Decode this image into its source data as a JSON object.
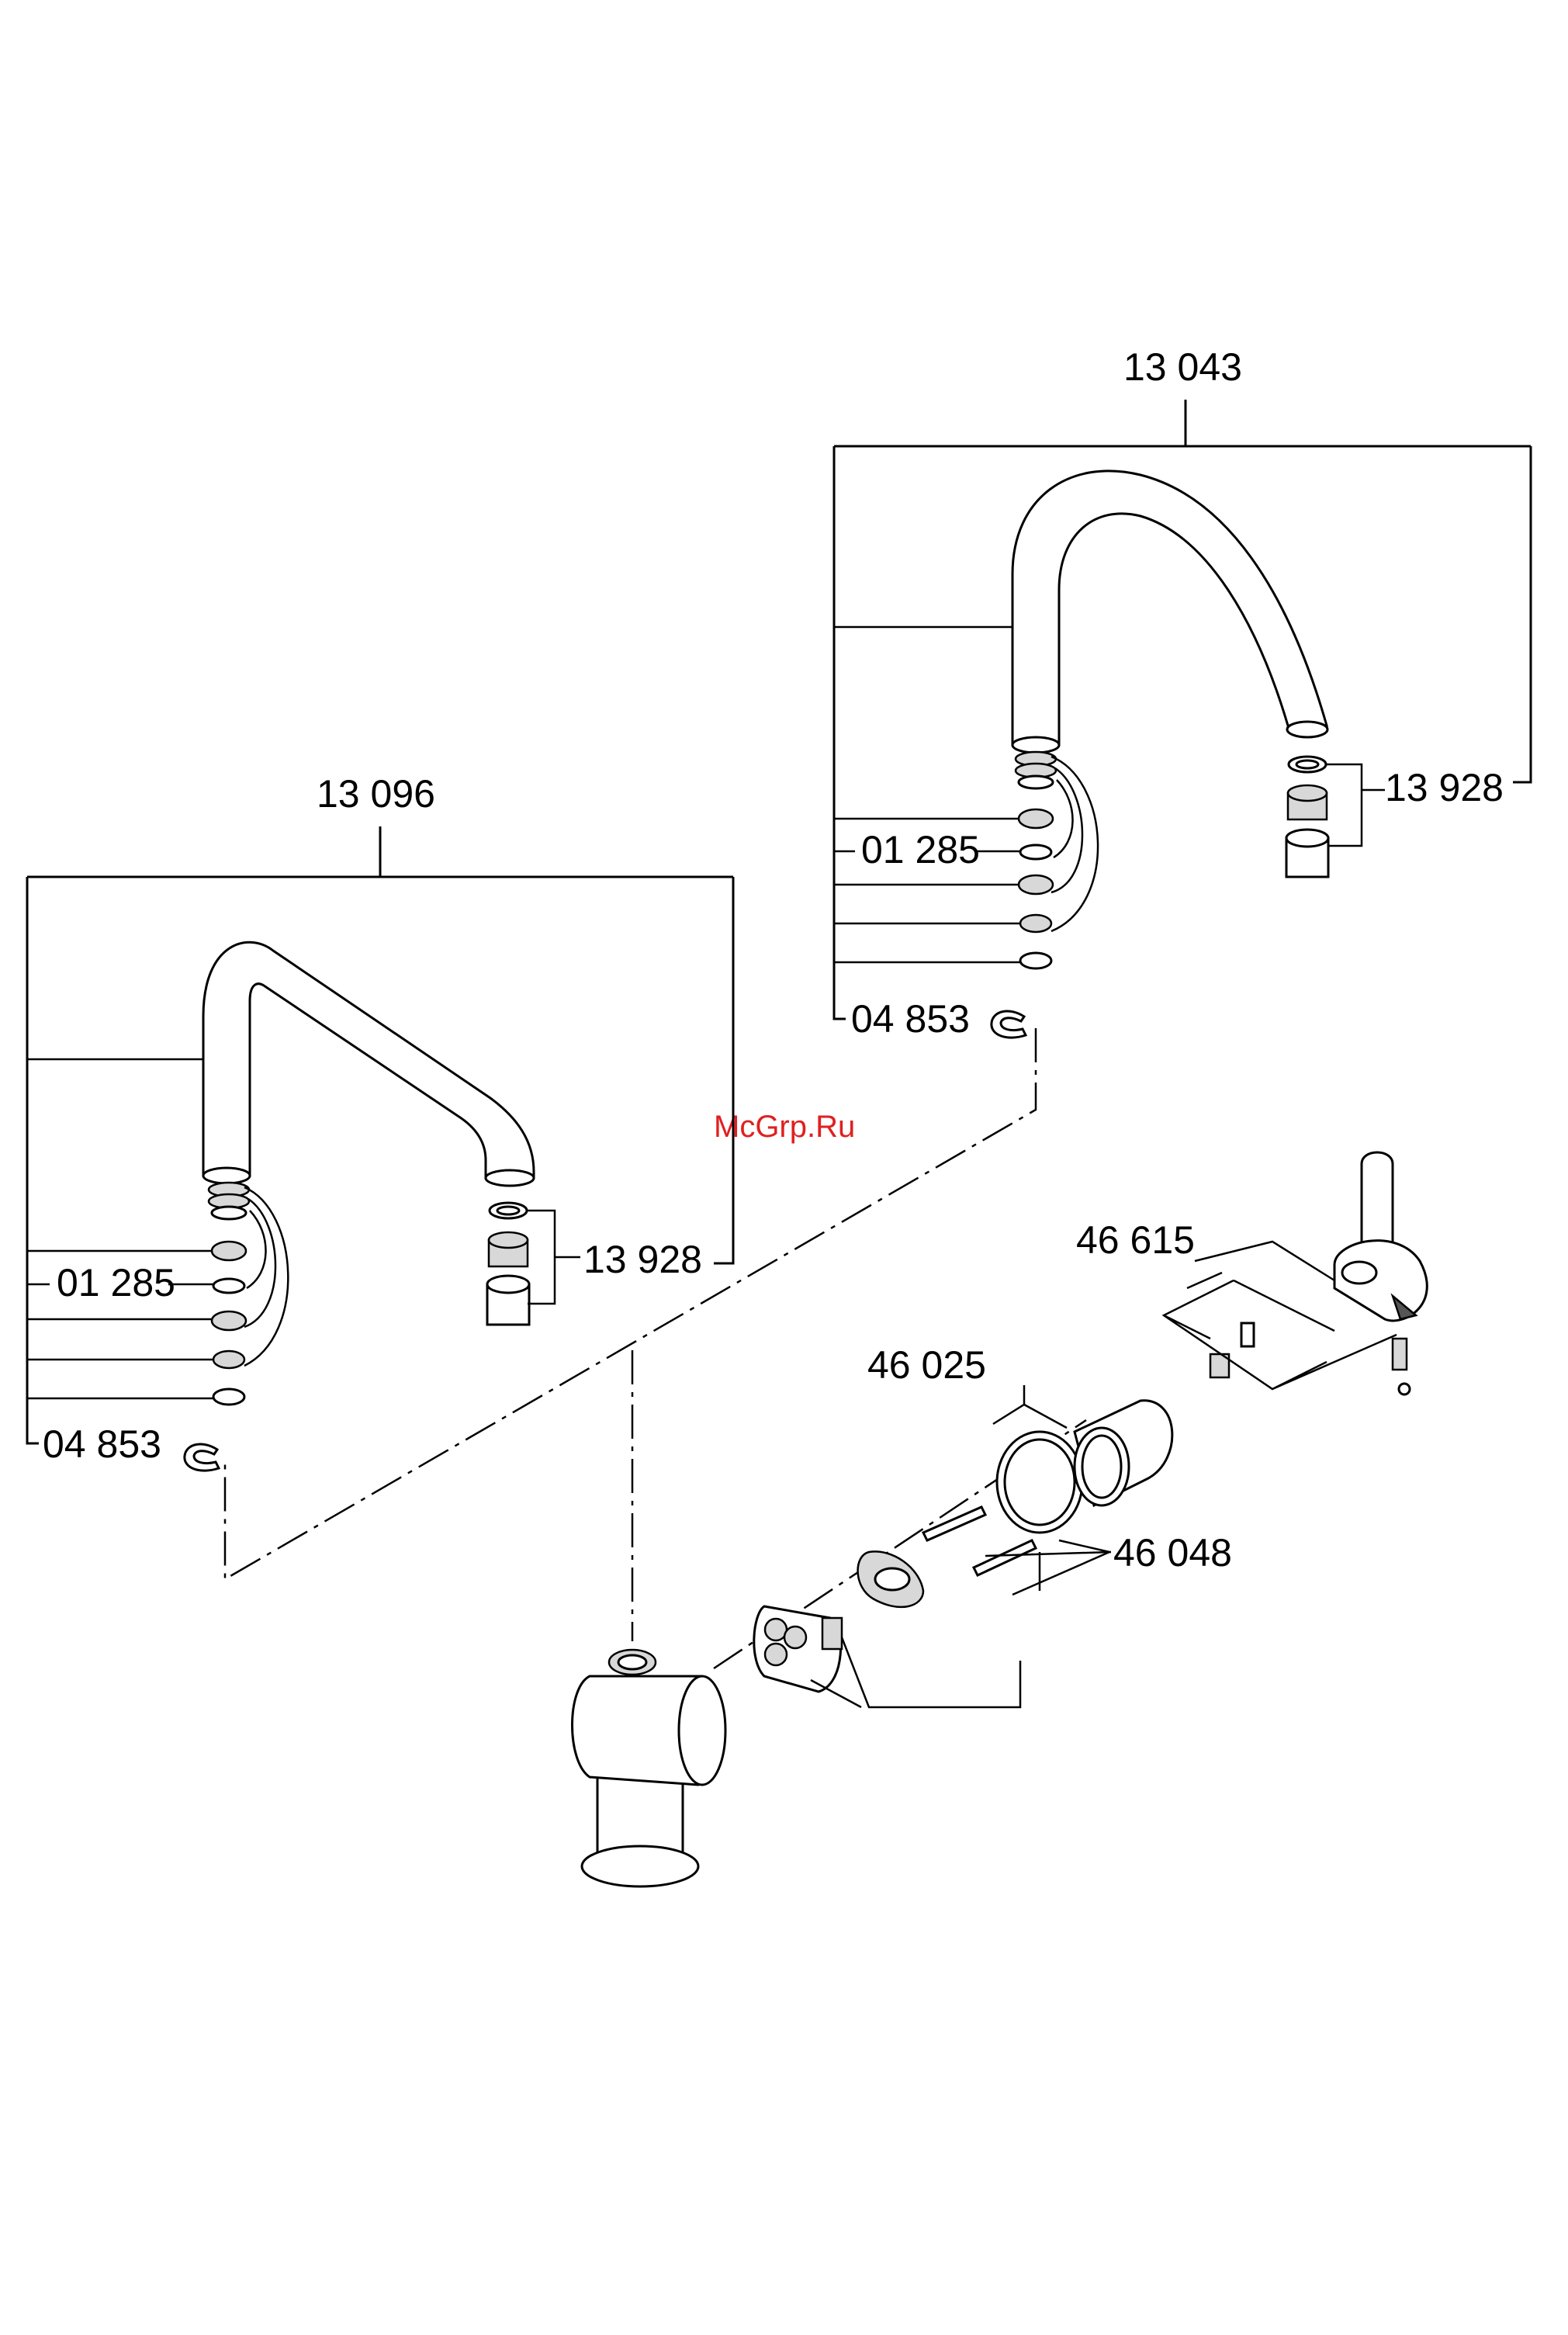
{
  "watermark": {
    "text": "McGrp.Ru",
    "color": "#e02020"
  },
  "spout_u": {
    "kit_number": "13 096",
    "seal_kit": "01 285",
    "clip": "04 853",
    "aerator": "13 928"
  },
  "spout_c": {
    "kit_number": "13 043",
    "seal_kit": "01 285",
    "clip": "04 853",
    "aerator": "13 928"
  },
  "body_parts": {
    "handle_kit": "46 615",
    "cap_seal": "46 025",
    "cartridge": "46 048"
  }
}
